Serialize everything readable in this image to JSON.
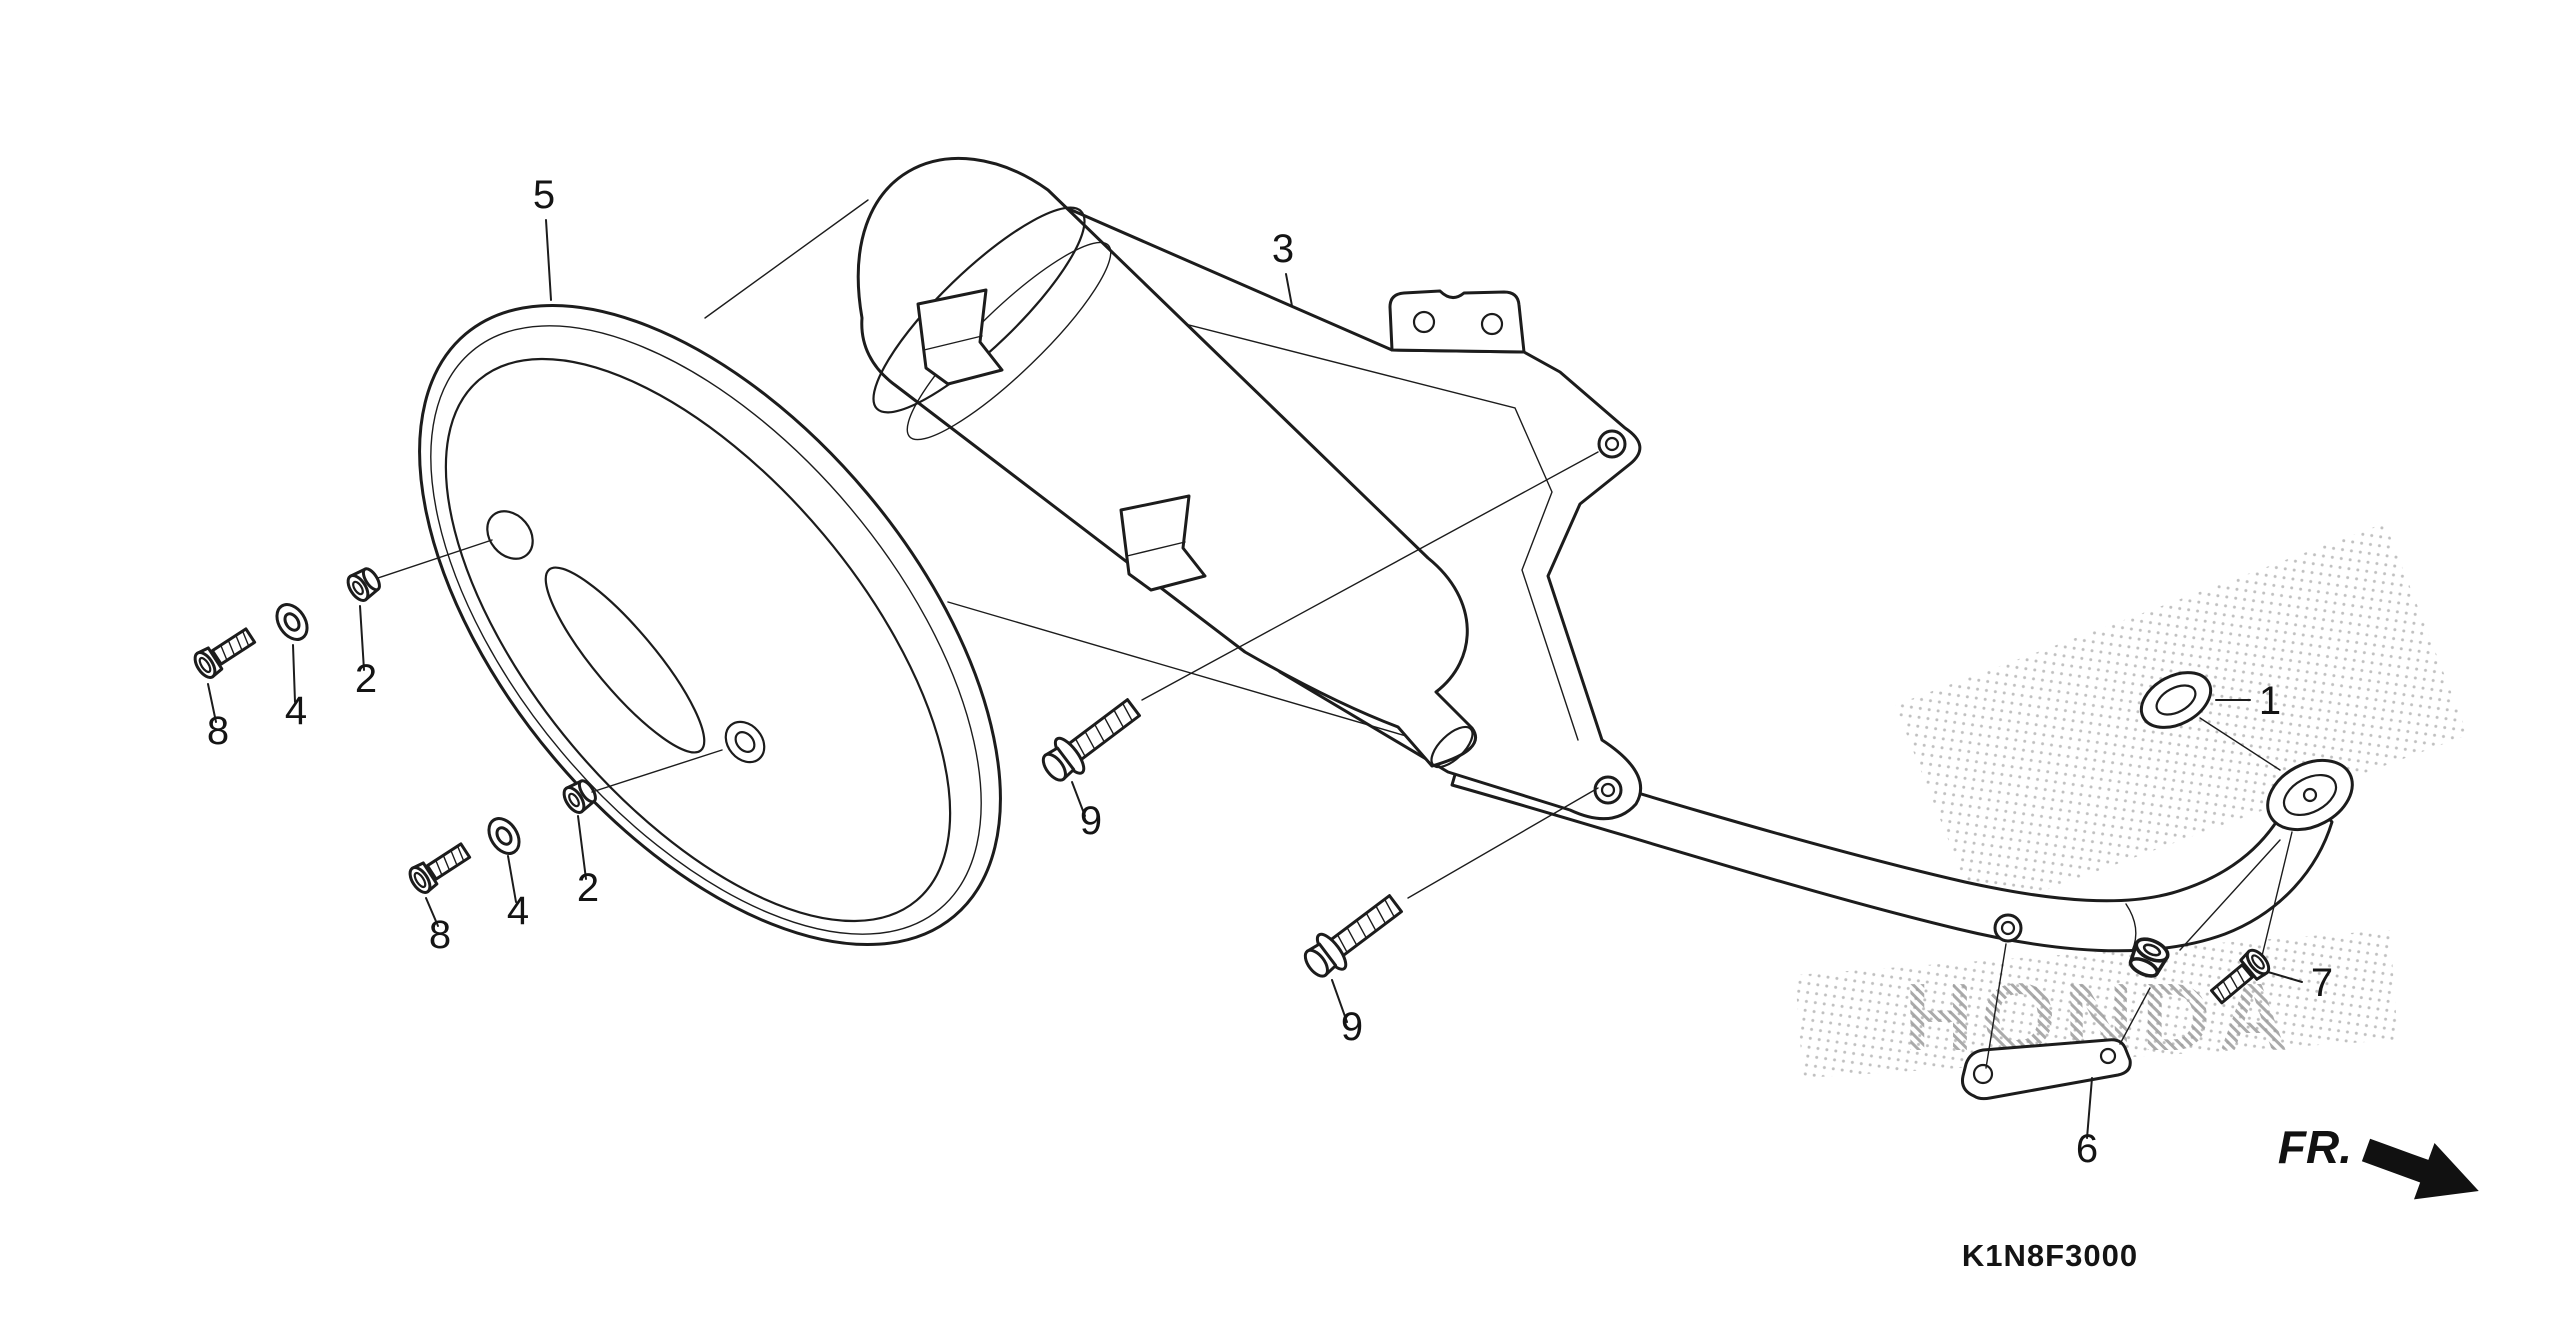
{
  "page": {
    "background_color": "#ffffff",
    "line_color": "#1c1c1c"
  },
  "diagram": {
    "code": "K1N8F3000",
    "front_label": "FR.",
    "watermark": "HONDA",
    "callouts": [
      {
        "id": "part-5",
        "text": "5"
      },
      {
        "id": "part-3",
        "text": "3"
      },
      {
        "id": "part-1",
        "text": "1"
      },
      {
        "id": "part-2-upper",
        "text": "2"
      },
      {
        "id": "part-4-upper",
        "text": "4"
      },
      {
        "id": "part-8-upper",
        "text": "8"
      },
      {
        "id": "part-2-lower",
        "text": "2"
      },
      {
        "id": "part-4-lower",
        "text": "4"
      },
      {
        "id": "part-8-lower",
        "text": "8"
      },
      {
        "id": "part-9-upper",
        "text": "9"
      },
      {
        "id": "part-9-lower",
        "text": "9"
      },
      {
        "id": "part-7",
        "text": "7"
      },
      {
        "id": "part-6",
        "text": "6"
      }
    ]
  }
}
